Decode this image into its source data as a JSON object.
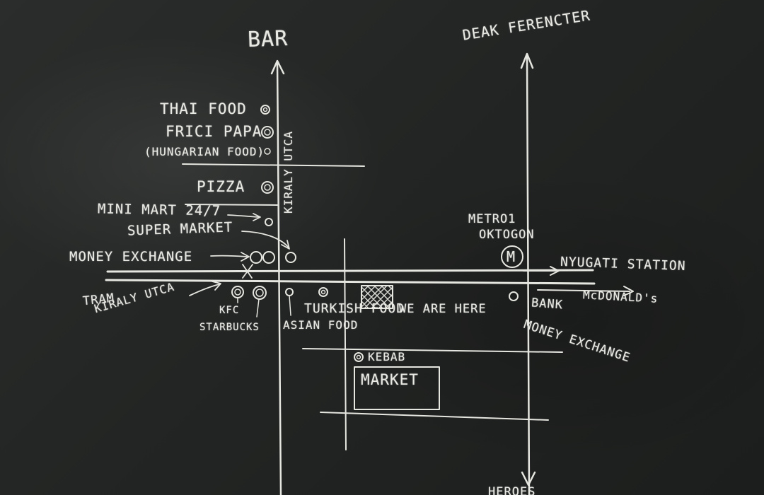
{
  "labels": {
    "bar": "BAR",
    "deak": "DEAK FERENCTER",
    "thai_food": "THAI FOOD",
    "frici_papa": "FRICI PAPA",
    "hungarian_food": "(HUNGARIAN FOOD)",
    "kiraly_utca_vertical": "KIRALY UTCA",
    "pizza": "PIZZA",
    "mini_mart": "MINI MART 24/7",
    "super_market": "SUPER MARKET",
    "money_exchange_left": "MONEY EXCHANGE",
    "metro_line": "METRO1",
    "metro_station": "OKTOGON",
    "metro_symbol": "M",
    "nyugati": "NYUGATI STATION",
    "mcdonalds": "McDONALD's",
    "tram": "TRAM",
    "tram_kiraly": "KIRALY UTCA",
    "kfc": "KFC",
    "starbucks": "STARBUCKS",
    "asian_food": "ASIAN FOOD",
    "turkish_food": "TURKISH FOOD",
    "we_are_here": "WE ARE HERE",
    "bank": "BANK",
    "money_exchange_right": "MONEY EXCHANGE",
    "kebab": "KEBAB",
    "market": "MARKET",
    "bottom_cut": "HEROES"
  }
}
